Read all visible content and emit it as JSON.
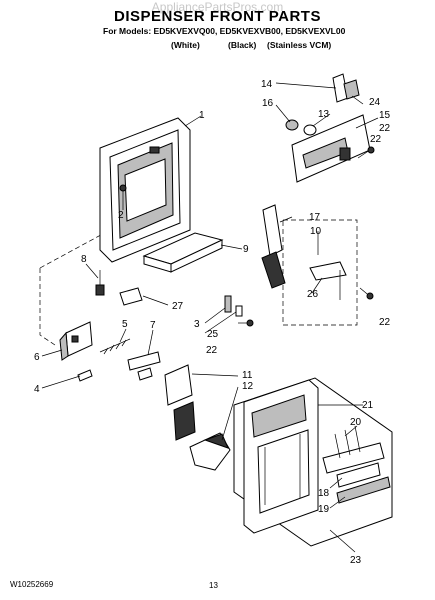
{
  "header": {
    "watermark": "AppliancePartsPros.com",
    "title": "DISPENSER FRONT PARTS",
    "models_line": "For Models: ED5KVEXVQ00, ED5KVEXVB00, ED5KVEXVL00",
    "variants": [
      "(White)",
      "(Black)",
      "(Stainless VCM)"
    ]
  },
  "callouts": [
    "1",
    "2",
    "3",
    "4",
    "5",
    "6",
    "7",
    "8",
    "9",
    "10",
    "11",
    "12",
    "13",
    "14",
    "15",
    "16",
    "17",
    "18",
    "19",
    "20",
    "21",
    "22",
    "22",
    "22",
    "22",
    "23",
    "24",
    "25",
    "26",
    "27"
  ],
  "footer": {
    "doc_number": "W10252669",
    "page_number": "13"
  }
}
